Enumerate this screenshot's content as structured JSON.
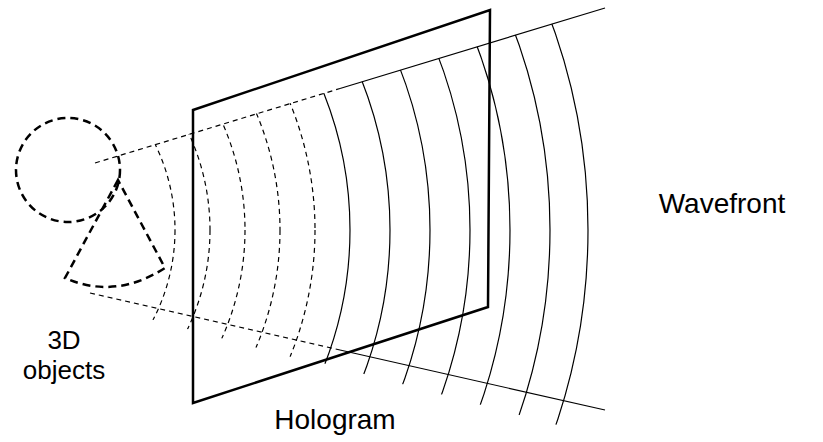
{
  "diagram": {
    "labels": [
      "3D objects",
      "Hologram",
      "Wavefront"
    ]
  }
}
